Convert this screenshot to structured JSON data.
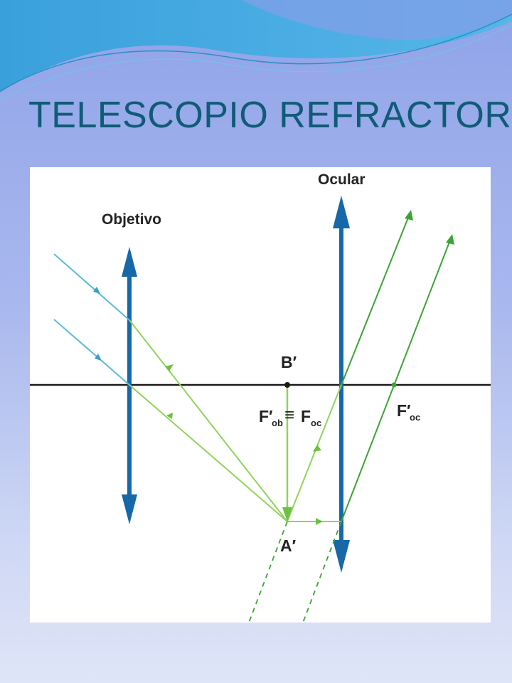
{
  "slide": {
    "title": "TELESCOPIO REFRACTOR"
  },
  "diagram": {
    "labels": {
      "objetivo": "Objetivo",
      "ocular": "Ocular",
      "b_prime": "B′",
      "a_prime": "A′",
      "f_ob_main": "F′",
      "f_ob_sub": "ob",
      "equiv": "≡",
      "f_oc_main": "F",
      "f_oc_sub": "oc",
      "f_prime_oc_main": "F′",
      "f_prime_oc_sub": "oc"
    },
    "colors": {
      "lens": "#1668a8",
      "incident_ray": "#5bbbd6",
      "refracted_ray": "#8fd45a",
      "exit_ray": "#3ea335",
      "axis": "#1a1a1a"
    }
  }
}
